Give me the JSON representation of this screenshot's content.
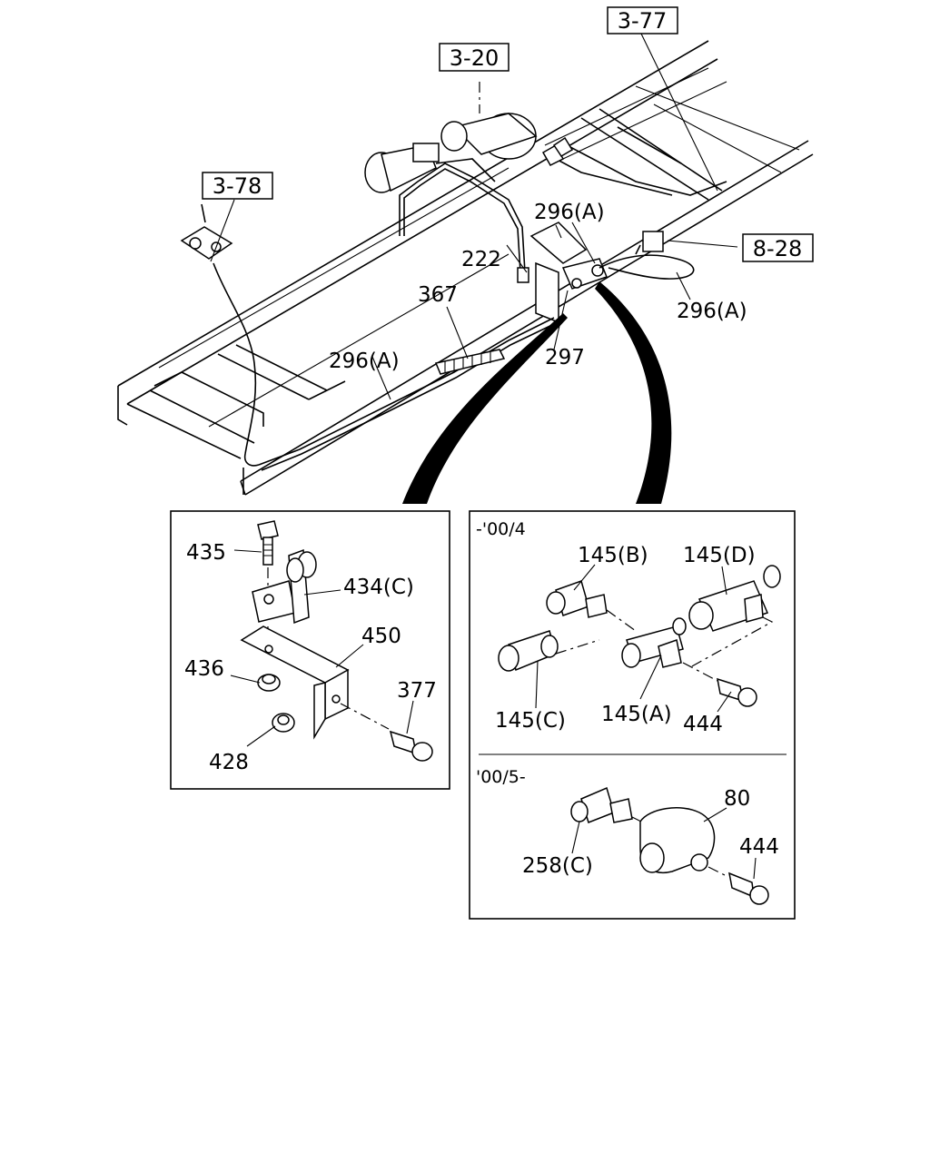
{
  "refs": {
    "r3_77": "3-77",
    "r3_20": "3-20",
    "r3_78": "3-78",
    "r8_28": "8-28"
  },
  "callouts": {
    "c296a_top": "296(A)",
    "c222": "222",
    "c367": "367",
    "c296a_left": "296(A)",
    "c296a_right": "296(A)",
    "c297": "297"
  },
  "bracket_panel": {
    "c435": "435",
    "c434c": "434(C)",
    "c450": "450",
    "c436": "436",
    "c377": "377",
    "c428": "428"
  },
  "fittings_panel": {
    "section_top": "-'00/4",
    "c145b": "145(B)",
    "c145d": "145(D)",
    "c145c": "145(C)",
    "c145a": "145(A)",
    "c444_top": "444",
    "section_bottom": "'00/5-",
    "c80": "80",
    "c258c": "258(C)",
    "c444_bottom": "444"
  }
}
